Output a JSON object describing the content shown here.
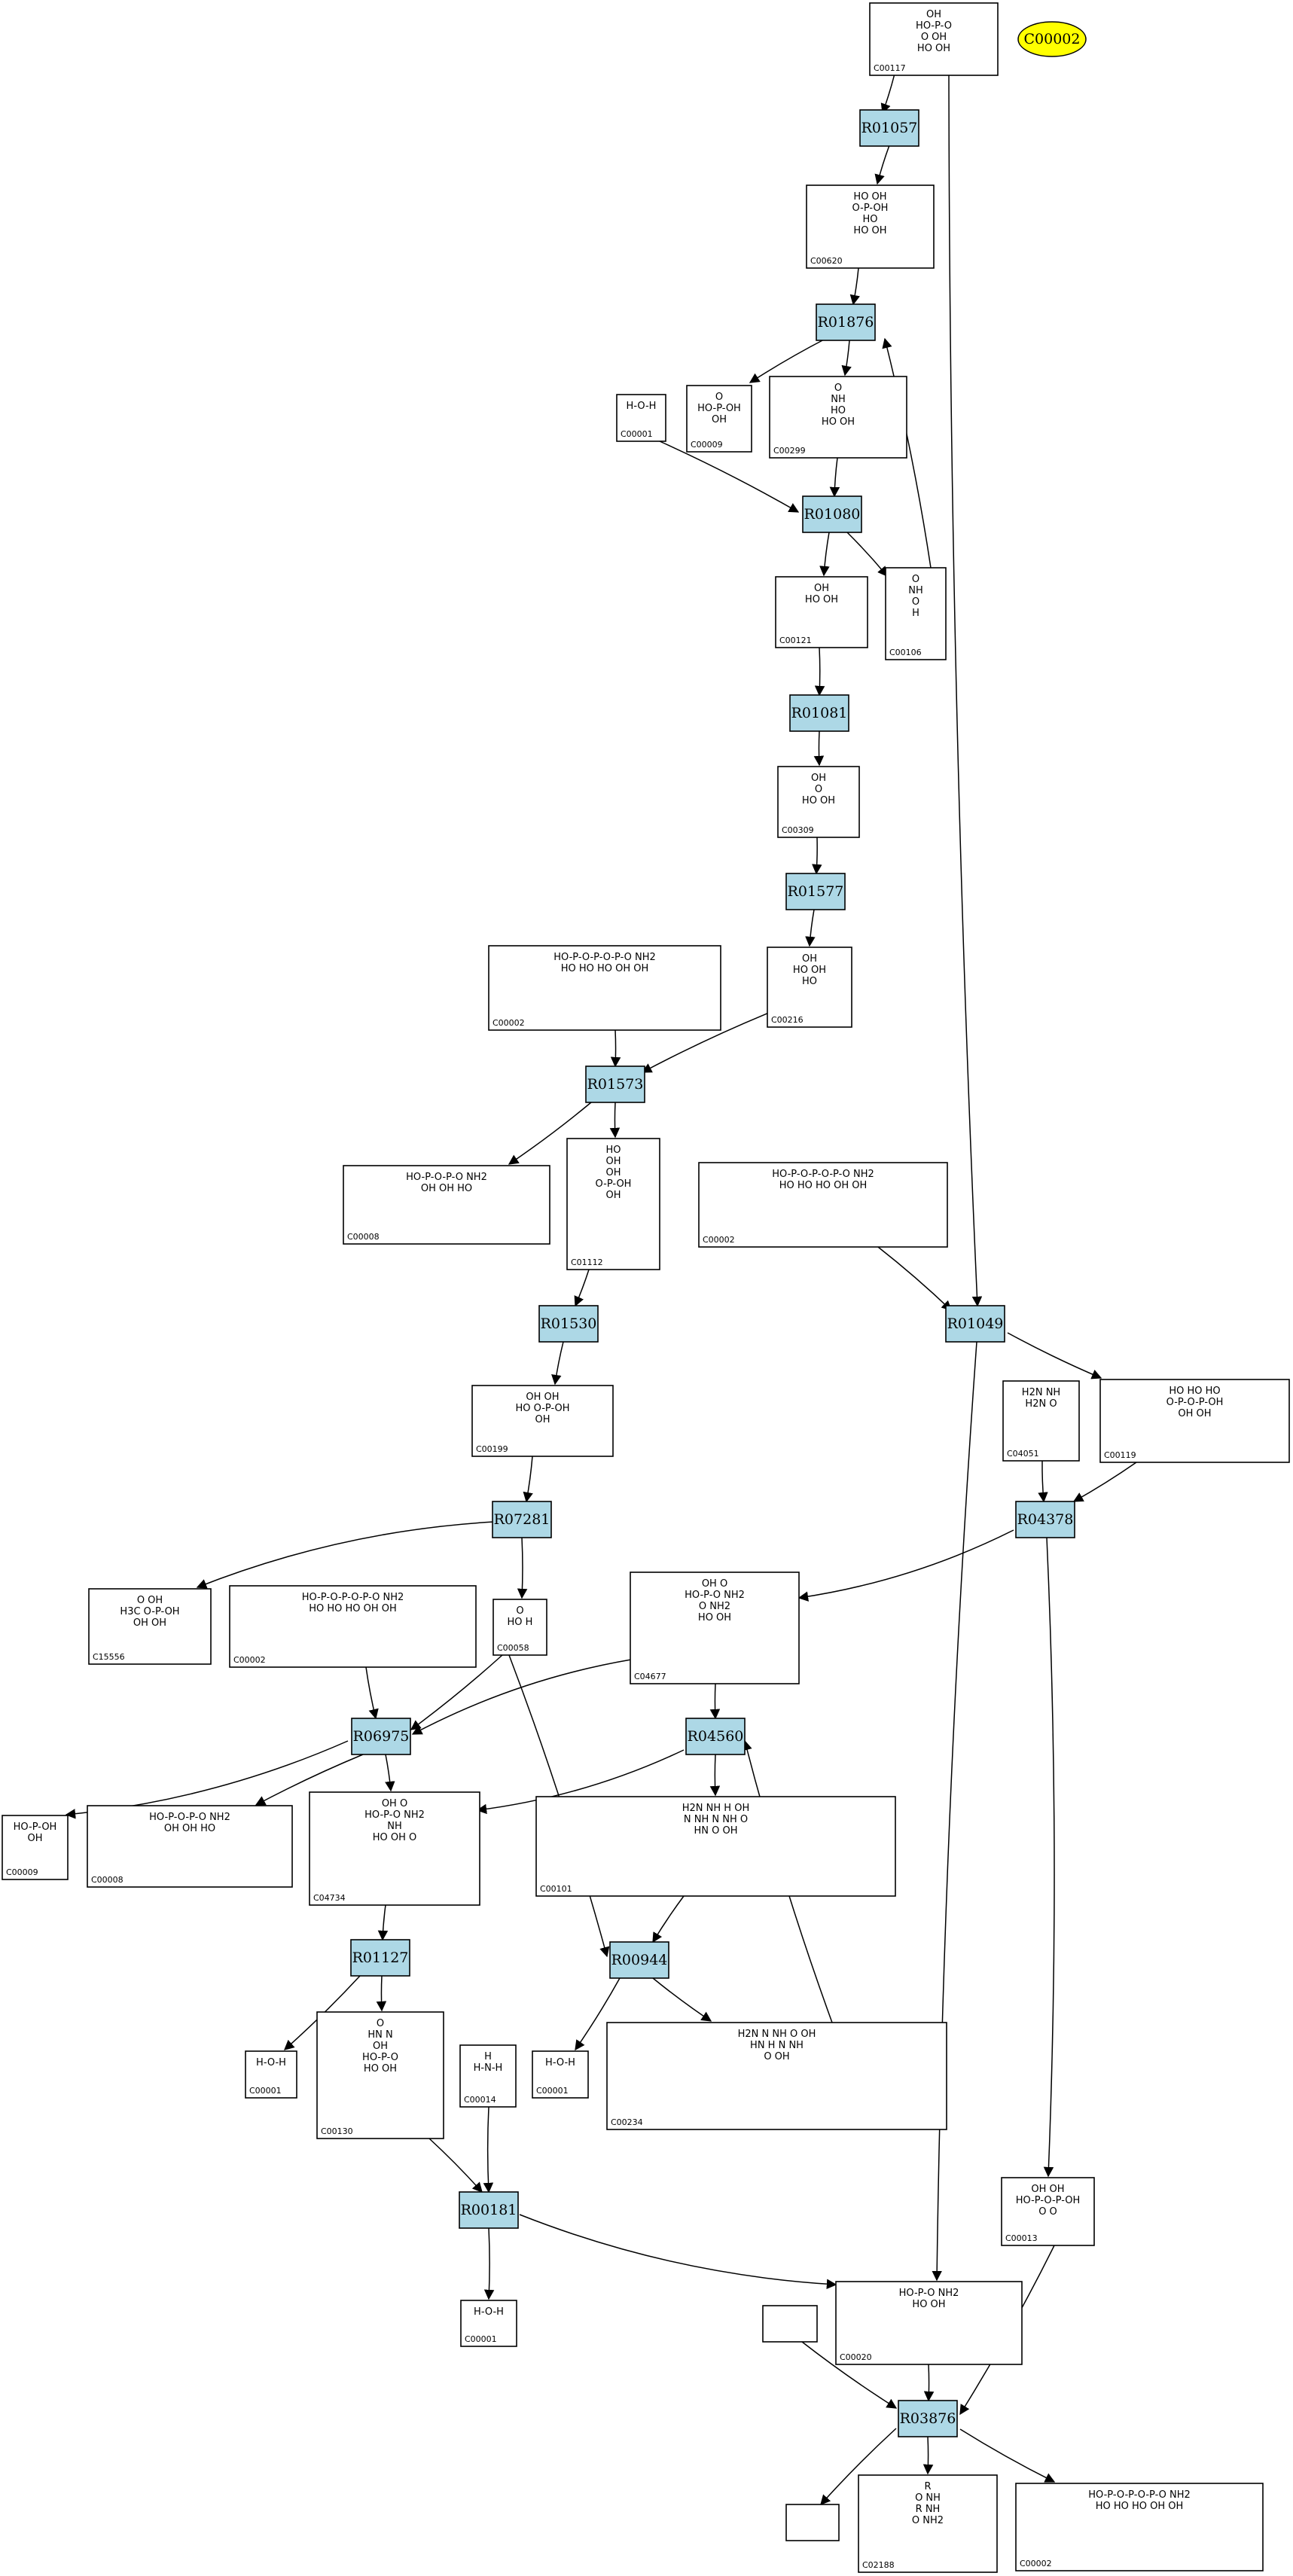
{
  "diagram": {
    "legend_compound": "C00002",
    "legend_color": "#ffff00",
    "reaction_color": "#add8e6",
    "reactions": [
      {
        "key": "R01057",
        "label": "R01057"
      },
      {
        "key": "R01876",
        "label": "R01876"
      },
      {
        "key": "R01080",
        "label": "R01080"
      },
      {
        "key": "R01081",
        "label": "R01081"
      },
      {
        "key": "R01577",
        "label": "R01577"
      },
      {
        "key": "R01573",
        "label": "R01573"
      },
      {
        "key": "R01530",
        "label": "R01530"
      },
      {
        "key": "R01049",
        "label": "R01049"
      },
      {
        "key": "R07281",
        "label": "R07281"
      },
      {
        "key": "R04378",
        "label": "R04378"
      },
      {
        "key": "R06975",
        "label": "R06975"
      },
      {
        "key": "R04560",
        "label": "R04560"
      },
      {
        "key": "R01127",
        "label": "R01127"
      },
      {
        "key": "R00944",
        "label": "R00944"
      },
      {
        "key": "R00181",
        "label": "R00181"
      },
      {
        "key": "R03876",
        "label": "R03876"
      }
    ],
    "compounds": [
      {
        "key": "c00117",
        "id": "C00117",
        "struct": "OH\nHO-P-O\nO  OH\nHO OH"
      },
      {
        "key": "c00620",
        "id": "C00620",
        "struct": "HO OH\nO-P-OH\nHO\nHO OH"
      },
      {
        "key": "c00001a",
        "id": "C00001",
        "struct": "H-O-H"
      },
      {
        "key": "c00009a",
        "id": "C00009",
        "struct": "O\nHO-P-OH\nOH"
      },
      {
        "key": "c00299",
        "id": "C00299",
        "struct": "O\nNH\nHO\nHO OH"
      },
      {
        "key": "c00121",
        "id": "C00121",
        "struct": "OH\nHO OH"
      },
      {
        "key": "c00106",
        "id": "C00106",
        "struct": "O\nNH\nO\nH"
      },
      {
        "key": "c00309",
        "id": "C00309",
        "struct": "OH\nO\nHO OH"
      },
      {
        "key": "c00002a",
        "id": "C00002",
        "struct": "HO-P-O-P-O-P-O NH2\nHO HO HO OH OH"
      },
      {
        "key": "c00216",
        "id": "C00216",
        "struct": "OH\nHO OH\nHO"
      },
      {
        "key": "c00008a",
        "id": "C00008",
        "struct": "HO-P-O-P-O NH2\nOH OH HO"
      },
      {
        "key": "c01112",
        "id": "C01112",
        "struct": "HO\nOH\nOH\nO-P-OH\nOH"
      },
      {
        "key": "c00002b",
        "id": "C00002",
        "struct": "HO-P-O-P-O-P-O NH2\nHO HO HO OH OH"
      },
      {
        "key": "c00199",
        "id": "C00199",
        "struct": "OH OH\nHO O-P-OH\nOH"
      },
      {
        "key": "c04051",
        "id": "C04051",
        "struct": "H2N NH\nH2N O"
      },
      {
        "key": "c00119",
        "id": "C00119",
        "struct": "HO HO HO\nO-P-O-P-OH\nOH OH"
      },
      {
        "key": "c15556",
        "id": "C15556",
        "struct": "O OH\nH3C O-P-OH\nOH OH"
      },
      {
        "key": "c00002c",
        "id": "C00002",
        "struct": "HO-P-O-P-O-P-O NH2\nHO HO HO OH OH"
      },
      {
        "key": "c00058",
        "id": "C00058",
        "struct": "O\nHO H"
      },
      {
        "key": "c04677",
        "id": "C04677",
        "struct": "OH O\nHO-P-O NH2\nO NH2\nHO OH"
      },
      {
        "key": "c00009b",
        "id": "C00009",
        "struct": "HO-P-OH\nOH"
      },
      {
        "key": "c00008b",
        "id": "C00008",
        "struct": "HO-P-O-P-O NH2\nOH OH HO"
      },
      {
        "key": "c04734",
        "id": "C04734",
        "struct": "OH O\nHO-P-O NH2\nNH\nHO OH O"
      },
      {
        "key": "c00101",
        "id": "C00101",
        "struct": "H2N NH H OH\nN NH N NH O\nHN O OH"
      },
      {
        "key": "c00001b",
        "id": "C00001",
        "struct": "H-O-H"
      },
      {
        "key": "c00130",
        "id": "C00130",
        "struct": "O\nHN N\nOH\nHO-P-O\nHO OH"
      },
      {
        "key": "c00014",
        "id": "C00014",
        "struct": "H\nH-N-H"
      },
      {
        "key": "c00001c",
        "id": "C00001",
        "struct": "H-O-H"
      },
      {
        "key": "c00234",
        "id": "C00234",
        "struct": "H2N N NH O OH\nHN H N NH\nO OH"
      },
      {
        "key": "c00013",
        "id": "C00013",
        "struct": "OH OH\nHO-P-O-P-OH\nO O"
      },
      {
        "key": "c00001d",
        "id": "C00001",
        "struct": "H-O-H"
      },
      {
        "key": "c00020",
        "id": "C00020",
        "struct": "HO-P-O NH2\nHO OH"
      },
      {
        "key": "blank1",
        "id": "",
        "struct": ""
      },
      {
        "key": "blank2",
        "id": "",
        "struct": ""
      },
      {
        "key": "c02188",
        "id": "C02188",
        "struct": "R\nO NH\nR NH\nO NH2"
      },
      {
        "key": "c00002d",
        "id": "C00002",
        "struct": "HO-P-O-P-O-P-O NH2\nHO HO HO OH OH"
      }
    ]
  }
}
